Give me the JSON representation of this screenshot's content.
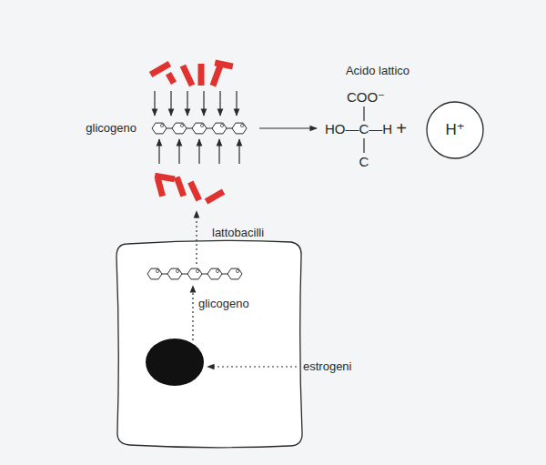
{
  "diagram": {
    "nodes": [
      {
        "text": [
          "H⁺"
        ]
      },
      {
        "text": [
          "glicogeno"
        ]
      }
    ],
    "labels": [
      "glicogeno",
      "Acido lattico",
      "COO⁻",
      "HO—C—H",
      "C",
      "+",
      "lattobacilli",
      "estrogeni"
    ]
  }
}
